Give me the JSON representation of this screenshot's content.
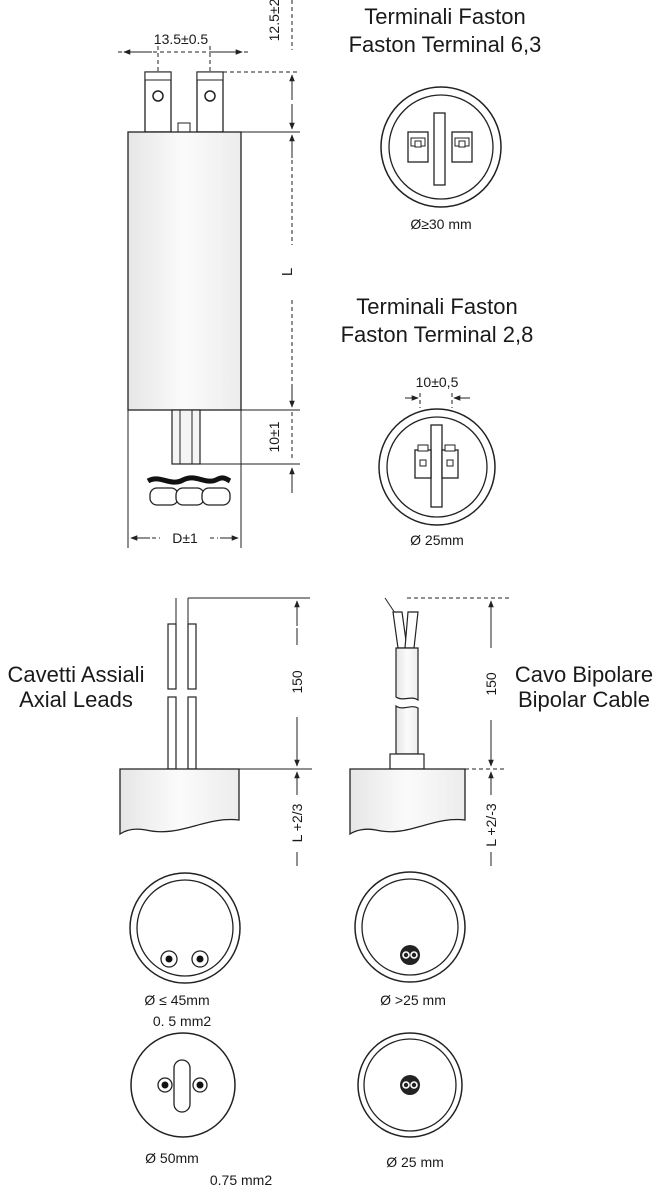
{
  "top": {
    "dim_spacing": "13.5±0.5",
    "dim_height": "12.5±2",
    "dim_length": "L",
    "dim_lead": "10±1",
    "dim_diameter": "D±1"
  },
  "faston63": {
    "title_it": "Terminali Faston",
    "title_en": "Faston Terminal 6,3",
    "caption": "Ø≥30 mm"
  },
  "faston28": {
    "title_it": "Terminali Faston",
    "title_en": "Faston Terminal 2,8",
    "spacing": "10±0,5",
    "caption": "Ø 25mm"
  },
  "axial": {
    "title_it": "Cavetti Assiali",
    "title_en": "Axial Leads",
    "length": "150",
    "body": "L +2/3",
    "caption1": "Ø ≤ 45mm",
    "section1": "0. 5  mm2",
    "caption2": "Ø  50mm",
    "section2": "0.75 mm2"
  },
  "bipolar": {
    "title_it": "Cavo Bipolare",
    "title_en": "Bipolar Cable",
    "length": "150",
    "body": "L +2/-3",
    "caption1": "Ø >25 mm",
    "caption2": "Ø 25 mm"
  },
  "colors": {
    "ink": "#222222",
    "body_fill": "#f2f2f2"
  }
}
